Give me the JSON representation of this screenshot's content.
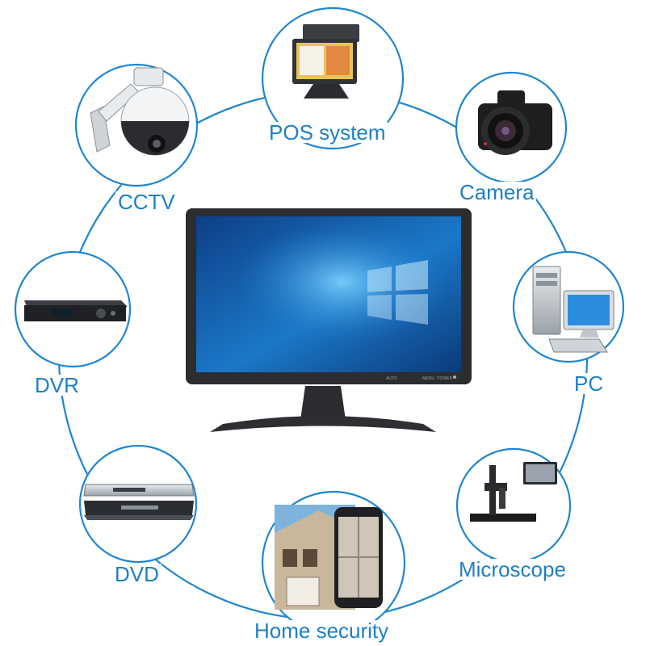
{
  "colors": {
    "accent": "#1f86cf",
    "label": "#1e7fc6",
    "screen": "#1b6fc0",
    "bezel": "#2b2d30"
  },
  "monitor": {
    "buttons": [
      "AUTO",
      "MENU",
      "POWER"
    ],
    "wallpaper": "windows-desktop"
  },
  "devices": [
    {
      "label": "POS system",
      "icon": "pos-terminal-icon"
    },
    {
      "label": "Camera",
      "icon": "dslr-camera-icon"
    },
    {
      "label": "PC",
      "icon": "desktop-pc-icon"
    },
    {
      "label": "Microscope",
      "icon": "microscope-icon"
    },
    {
      "label": "Home security",
      "icon": "home-security-icon"
    },
    {
      "label": "DVD",
      "icon": "dvd-player-icon"
    },
    {
      "label": "DVR",
      "icon": "dvr-recorder-icon"
    },
    {
      "label": "CCTV",
      "icon": "cctv-camera-icon"
    }
  ]
}
